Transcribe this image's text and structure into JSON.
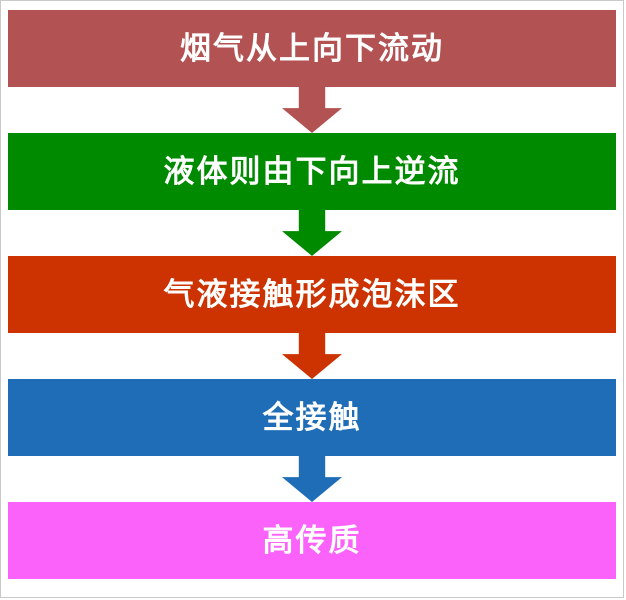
{
  "diagram": {
    "title": "flue-gas-liquid-contact-flow",
    "steps": [
      {
        "label": "烟气从上向下流动",
        "color": "#b25252"
      },
      {
        "label": "液体则由下向上逆流",
        "color": "#008a00"
      },
      {
        "label": "气液接触形成泡沫区",
        "color": "#cc3300"
      },
      {
        "label": "全接触",
        "color": "#1e6db6"
      },
      {
        "label": "高传质",
        "color": "#fa62fa"
      }
    ],
    "arrows": [
      {
        "color": "#b25252"
      },
      {
        "color": "#008a00"
      },
      {
        "color": "#cc3300"
      },
      {
        "color": "#1e6db6"
      }
    ]
  }
}
